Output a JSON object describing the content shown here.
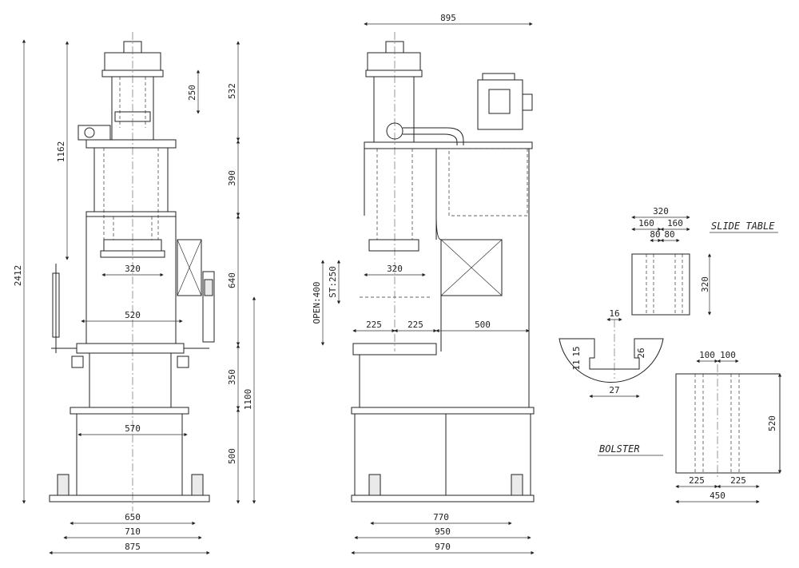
{
  "front_view": {
    "dims_vertical": [
      "532",
      "250",
      "1162",
      "390",
      "640",
      "2412",
      "350",
      "1100",
      "500"
    ],
    "dims_horizontal": [
      "320",
      "520",
      "570",
      "650",
      "710",
      "875"
    ]
  },
  "side_view": {
    "dims_horizontal": [
      "895",
      "320",
      "225",
      "225",
      "500",
      "770",
      "950",
      "970"
    ],
    "dims_vertical": [
      "ST:250",
      "OPEN:400"
    ]
  },
  "slide_table": {
    "label": "SLIDE TABLE",
    "dims": [
      "320",
      "160",
      "160",
      "80",
      "80",
      "320"
    ]
  },
  "t_slot": {
    "dims": [
      "16",
      "15",
      "11",
      "26",
      "27"
    ]
  },
  "bolster": {
    "label": "BOLSTER",
    "dims": [
      "100",
      "100",
      "520",
      "225",
      "225",
      "450"
    ]
  }
}
